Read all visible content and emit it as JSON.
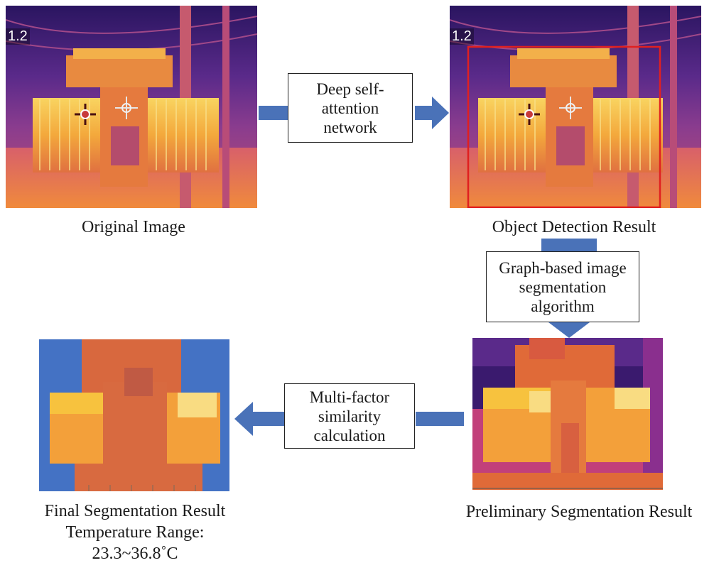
{
  "panels": {
    "original": {
      "caption": "Original Image",
      "zoom_label": "1.2"
    },
    "detection": {
      "caption": "Object Detection Result",
      "zoom_label": "1.2"
    },
    "preliminary": {
      "caption": "Preliminary Segmentation Result"
    },
    "final": {
      "caption_line1": "Final Segmentation Result",
      "caption_line2": "Temperature Range:",
      "caption_line3": "23.3~36.8˚C"
    }
  },
  "steps": {
    "step1": {
      "line1": "Deep self-",
      "line2": "attention",
      "line3": "network"
    },
    "step2": {
      "line1": "Graph-based image",
      "line2": "segmentation",
      "line3": "algorithm"
    },
    "step3": {
      "line1": "Multi-factor",
      "line2": "similarity",
      "line3": "calculation"
    }
  },
  "colors": {
    "arrow": "#4a72b8",
    "detection_box": "#e02020",
    "background_mask": "#4472c4",
    "thermal_dark": "#3a1a6e",
    "thermal_mid": "#c2407a",
    "thermal_hot": "#f7c23e"
  }
}
